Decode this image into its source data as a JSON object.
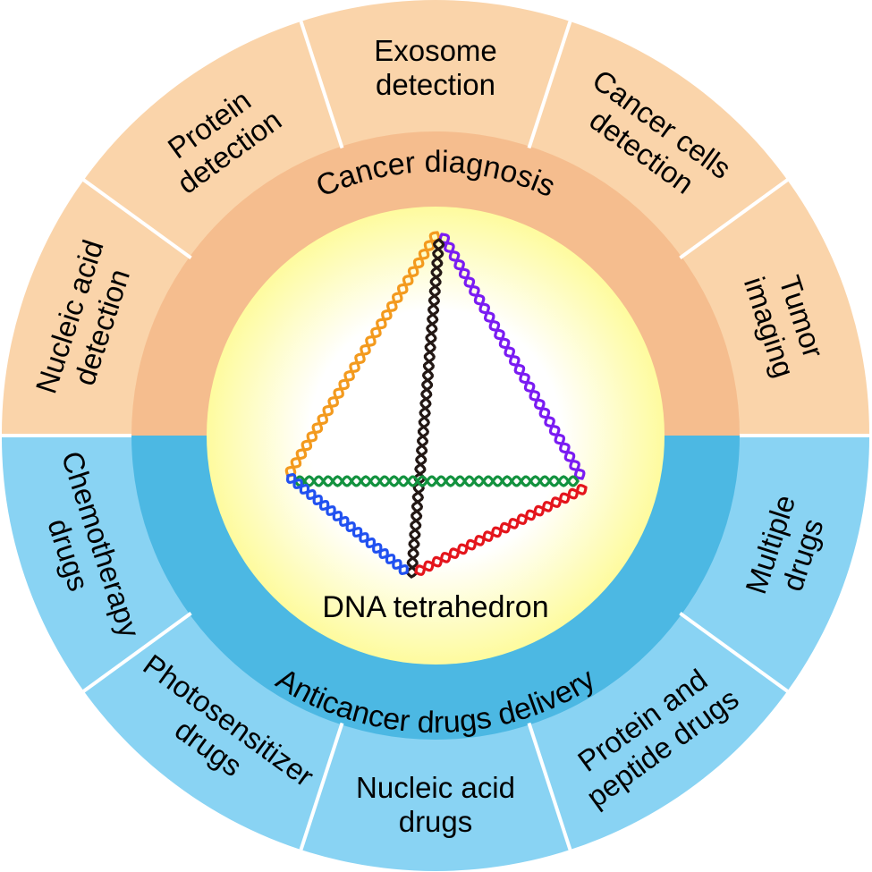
{
  "center": {
    "label": "DNA tetrahedron",
    "edges": [
      {
        "name": "orange-strand",
        "color": "#f39a1e"
      },
      {
        "name": "purple-strand",
        "color": "#7a1cf2"
      },
      {
        "name": "black-strand",
        "color": "#231815"
      },
      {
        "name": "green-strand",
        "color": "#13923f"
      },
      {
        "name": "blue-strand",
        "color": "#2151f0"
      },
      {
        "name": "red-strand",
        "color": "#e4151c"
      }
    ]
  },
  "top_half": {
    "ring_label": "Cancer diagnosis",
    "outer_color": "#fad4aa",
    "ring_color": "#f5bd8e",
    "segments": [
      {
        "lines": [
          "Nucleic acid",
          "detection"
        ]
      },
      {
        "lines": [
          "Protein",
          "detection"
        ]
      },
      {
        "lines": [
          "Exosome",
          "detection"
        ]
      },
      {
        "lines": [
          "Cancer cells",
          "detection"
        ]
      },
      {
        "lines": [
          "Tumor",
          "imaging"
        ]
      }
    ]
  },
  "bottom_half": {
    "ring_label": "Anticancer drugs delivery",
    "outer_color": "#89d3f3",
    "ring_color": "#4cb8e3",
    "segments": [
      {
        "lines": [
          "Chemotherapy",
          "drugs"
        ]
      },
      {
        "lines": [
          "Photosensitizer",
          "drugs"
        ]
      },
      {
        "lines": [
          "Nucleic acid",
          "drugs"
        ]
      },
      {
        "lines": [
          "Protein and",
          "peptide drugs"
        ]
      },
      {
        "lines": [
          "Multiple",
          "drugs"
        ]
      }
    ]
  },
  "colors": {
    "core_inner": "#ffffff",
    "core_outer": "#fefb9e",
    "divider": "#ffffff"
  }
}
